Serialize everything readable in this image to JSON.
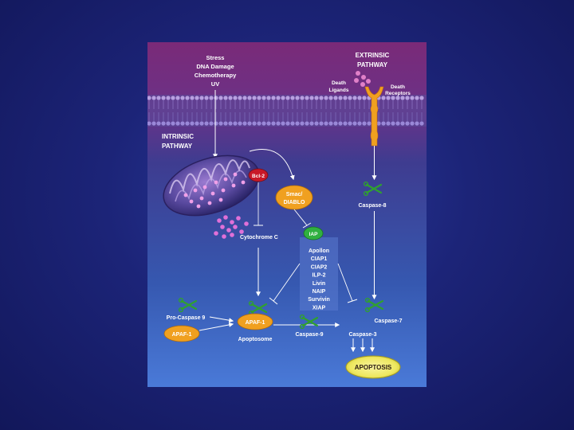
{
  "stimuli": [
    "Stress",
    "DNA Damage",
    "Chemotherapy",
    "UV"
  ],
  "extrinsic": [
    "EXTRINSIC",
    "PATHWAY"
  ],
  "death_ligands": [
    "Death",
    "Ligands"
  ],
  "death_receptors": [
    "Death",
    "Receptors"
  ],
  "intrinsic": [
    "INTRINSIC",
    "PATHWAY"
  ],
  "bcl2": "Bcl-2",
  "smac": [
    "Smac/",
    "DIABLO"
  ],
  "caspase8": "Caspase-8",
  "cytochrome": "Cytochrome C",
  "iap": "IAP",
  "iap_list": [
    "Apollon",
    "CIAP1",
    "CIAP2",
    "ILP-2",
    "Livin",
    "NAIP",
    "Survivin",
    "XIAP"
  ],
  "procaspase9": "Pro-Caspase 9",
  "apaf1_left": "APAF-1",
  "apaf1_center": "APAF-1",
  "apoptosome": "Apoptosome",
  "caspase9": "Caspase-9",
  "caspase7": "Caspase-7",
  "caspase3": "Caspase-3",
  "apoptosis": "APOPTOSIS",
  "colors": {
    "membrane_top": "#8a3a8a",
    "panel_bottom": "#4a78d8",
    "caspase_orange": "#f0a020",
    "bcl2_red": "#c81828",
    "iap_green": "#30b040",
    "apoptosis_yellow": "#f4f060",
    "dots_pink": "#e070d8"
  },
  "icons": [
    "scissors-icon",
    "death-receptor-icon",
    "mitochondrion-icon"
  ]
}
